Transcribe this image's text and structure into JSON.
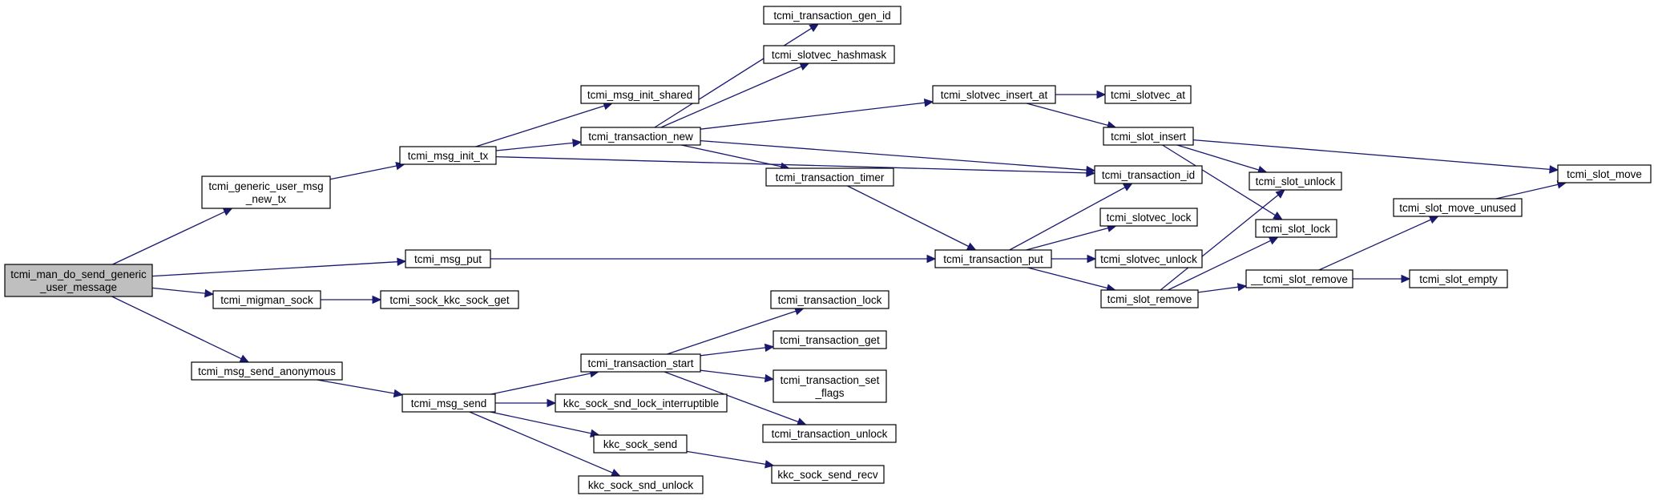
{
  "nodes": {
    "root": {
      "lines": [
        "tcmi_man_do_send_generic",
        "_user_message"
      ]
    },
    "gen_user": {
      "lines": [
        "tcmi_generic_user_msg",
        "_new_tx"
      ]
    },
    "msg_put": {
      "lines": [
        "tcmi_msg_put"
      ]
    },
    "migman": {
      "lines": [
        "tcmi_migman_sock"
      ]
    },
    "send_anon": {
      "lines": [
        "tcmi_msg_send_anonymous"
      ]
    },
    "init_tx": {
      "lines": [
        "tcmi_msg_init_tx"
      ]
    },
    "sock_kkc": {
      "lines": [
        "tcmi_sock_kkc_sock_get"
      ]
    },
    "msg_send": {
      "lines": [
        "tcmi_msg_send"
      ]
    },
    "init_shared": {
      "lines": [
        "tcmi_msg_init_shared"
      ]
    },
    "trans_new": {
      "lines": [
        "tcmi_transaction_new"
      ]
    },
    "trans_start": {
      "lines": [
        "tcmi_transaction_start"
      ]
    },
    "snd_lock": {
      "lines": [
        "kkc_sock_snd_lock_interruptible"
      ]
    },
    "kkc_send": {
      "lines": [
        "kkc_sock_send"
      ]
    },
    "snd_unlock": {
      "lines": [
        "kkc_sock_snd_unlock"
      ]
    },
    "gen_id": {
      "lines": [
        "tcmi_transaction_gen_id"
      ]
    },
    "hashmask": {
      "lines": [
        "tcmi_slotvec_hashmask"
      ]
    },
    "trans_timer": {
      "lines": [
        "tcmi_transaction_timer"
      ]
    },
    "trans_lock": {
      "lines": [
        "tcmi_transaction_lock"
      ]
    },
    "trans_get": {
      "lines": [
        "tcmi_transaction_get"
      ]
    },
    "set_flags": {
      "lines": [
        "tcmi_transaction_set",
        "_flags"
      ]
    },
    "trans_unlock": {
      "lines": [
        "tcmi_transaction_unlock"
      ]
    },
    "send_recv": {
      "lines": [
        "kkc_sock_send_recv"
      ]
    },
    "insert_at": {
      "lines": [
        "tcmi_slotvec_insert_at"
      ]
    },
    "trans_put": {
      "lines": [
        "tcmi_transaction_put"
      ]
    },
    "slotvec_at": {
      "lines": [
        "tcmi_slotvec_at"
      ]
    },
    "slot_insert": {
      "lines": [
        "tcmi_slot_insert"
      ]
    },
    "trans_id": {
      "lines": [
        "tcmi_transaction_id"
      ]
    },
    "sv_lock": {
      "lines": [
        "tcmi_slotvec_lock"
      ]
    },
    "sv_unlock": {
      "lines": [
        "tcmi_slotvec_unlock"
      ]
    },
    "slot_remove": {
      "lines": [
        "tcmi_slot_remove"
      ]
    },
    "slot_unlock": {
      "lines": [
        "tcmi_slot_unlock"
      ]
    },
    "slot_lock": {
      "lines": [
        "tcmi_slot_lock"
      ]
    },
    "_slot_remove": {
      "lines": [
        "__tcmi_slot_remove"
      ]
    },
    "move_unused": {
      "lines": [
        "tcmi_slot_move_unused"
      ]
    },
    "slot_empty": {
      "lines": [
        "tcmi_slot_empty"
      ]
    },
    "slot_move": {
      "lines": [
        "tcmi_slot_move"
      ]
    }
  },
  "edges": [
    [
      "root",
      "gen_user"
    ],
    [
      "root",
      "msg_put"
    ],
    [
      "root",
      "migman"
    ],
    [
      "root",
      "send_anon"
    ],
    [
      "gen_user",
      "init_tx"
    ],
    [
      "init_tx",
      "init_shared"
    ],
    [
      "init_tx",
      "trans_new"
    ],
    [
      "init_tx",
      "trans_id"
    ],
    [
      "msg_put",
      "trans_put"
    ],
    [
      "migman",
      "sock_kkc"
    ],
    [
      "send_anon",
      "msg_send"
    ],
    [
      "msg_send",
      "trans_start"
    ],
    [
      "msg_send",
      "snd_lock"
    ],
    [
      "msg_send",
      "kkc_send"
    ],
    [
      "msg_send",
      "snd_unlock"
    ],
    [
      "trans_new",
      "gen_id"
    ],
    [
      "trans_new",
      "hashmask"
    ],
    [
      "trans_new",
      "insert_at"
    ],
    [
      "trans_new",
      "trans_id"
    ],
    [
      "trans_new",
      "trans_timer"
    ],
    [
      "trans_timer",
      "trans_put"
    ],
    [
      "trans_start",
      "trans_lock"
    ],
    [
      "trans_start",
      "trans_get"
    ],
    [
      "trans_start",
      "set_flags"
    ],
    [
      "trans_start",
      "trans_unlock"
    ],
    [
      "kkc_send",
      "send_recv"
    ],
    [
      "insert_at",
      "slotvec_at"
    ],
    [
      "insert_at",
      "slot_insert"
    ],
    [
      "trans_put",
      "trans_id"
    ],
    [
      "trans_put",
      "sv_lock"
    ],
    [
      "trans_put",
      "sv_unlock"
    ],
    [
      "trans_put",
      "slot_remove"
    ],
    [
      "slot_insert",
      "slot_unlock"
    ],
    [
      "slot_insert",
      "slot_lock"
    ],
    [
      "slot_insert",
      "slot_move"
    ],
    [
      "slot_remove",
      "slot_unlock"
    ],
    [
      "slot_remove",
      "slot_lock"
    ],
    [
      "slot_remove",
      "_slot_remove"
    ],
    [
      "_slot_remove",
      "move_unused"
    ],
    [
      "_slot_remove",
      "slot_empty"
    ],
    [
      "move_unused",
      "slot_move"
    ]
  ]
}
